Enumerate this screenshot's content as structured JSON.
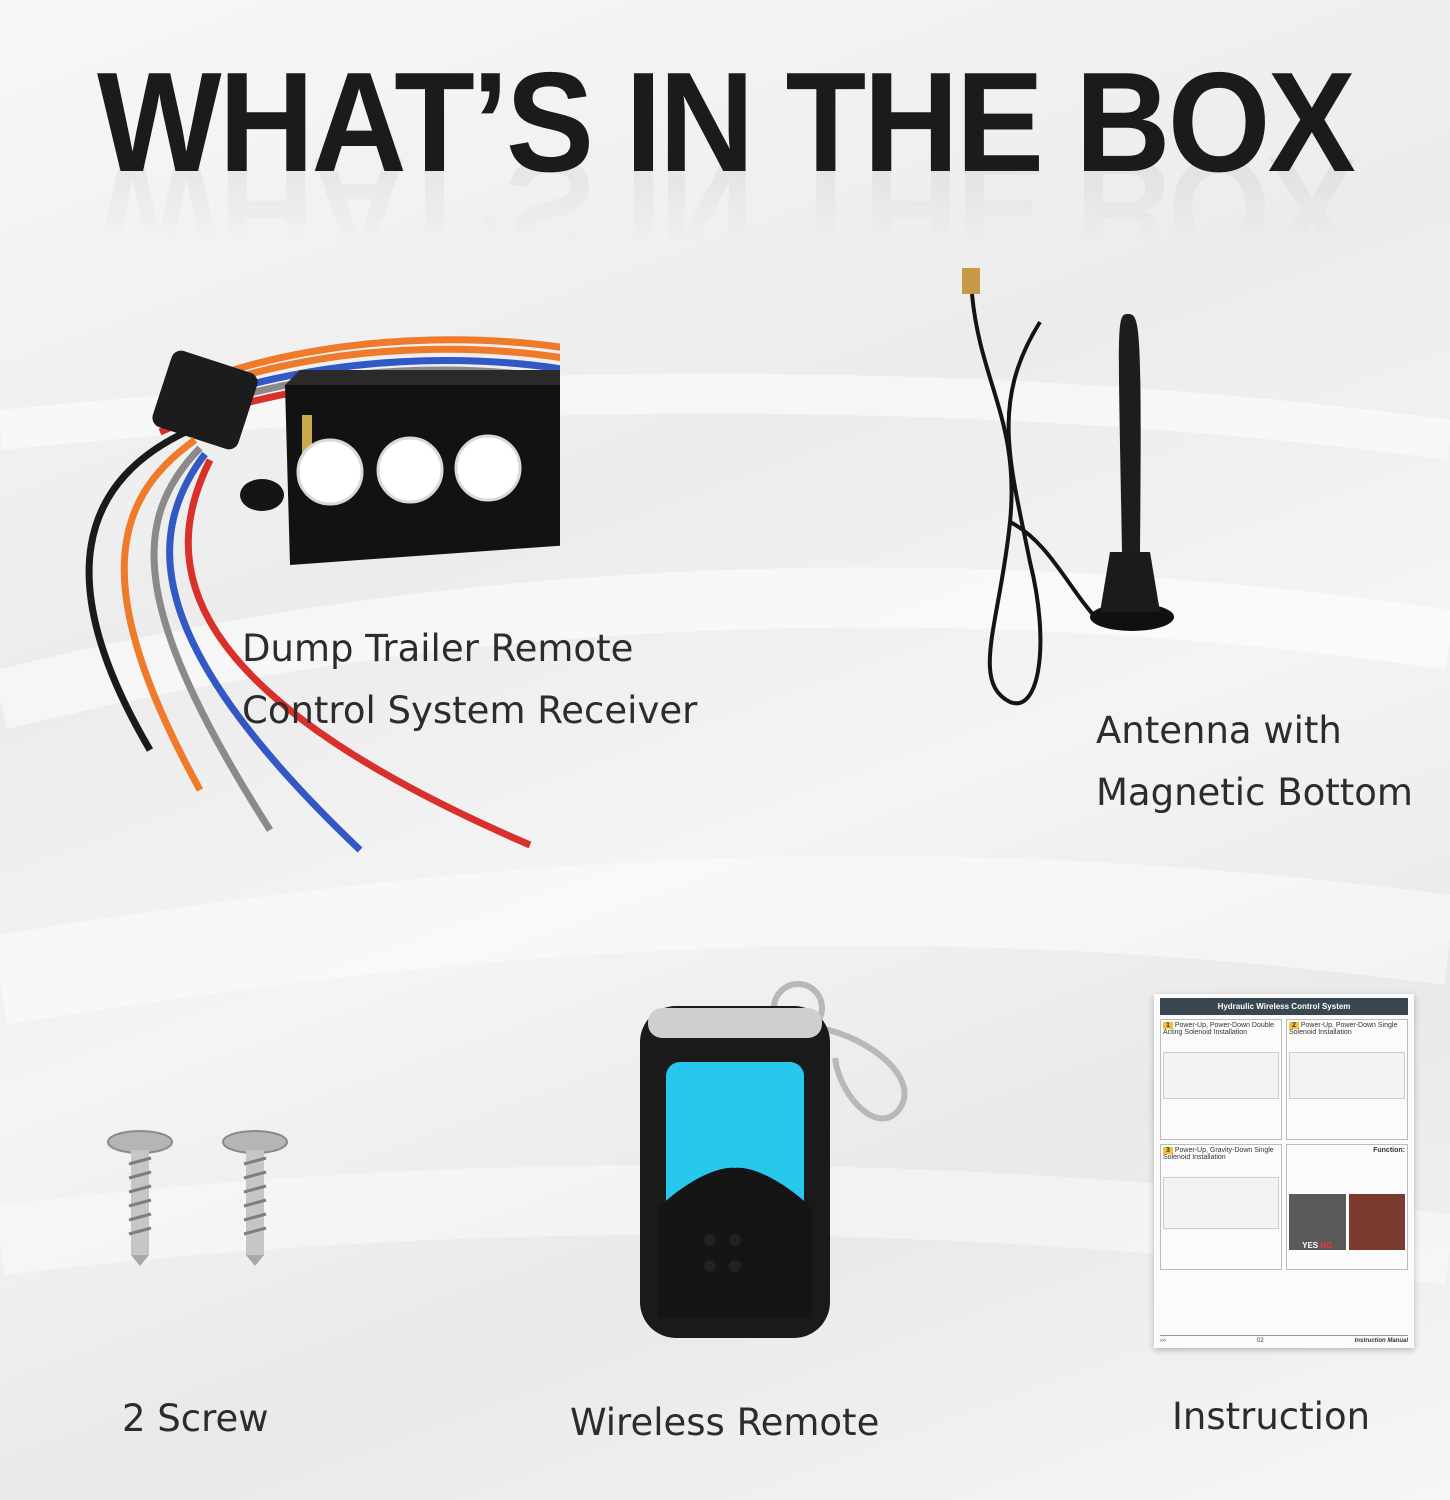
{
  "heading": "WHAT’S IN THE BOX",
  "items": [
    {
      "name": "receiver",
      "label_line1": "Dump Trailer Remote",
      "label_line2": "Control System Receiver"
    },
    {
      "name": "antenna",
      "label_line1": "Antenna with",
      "label_line2": "Magnetic Bottom"
    },
    {
      "name": "screws",
      "label": "2 Screw"
    },
    {
      "name": "remote",
      "label": "Wireless Remote"
    },
    {
      "name": "instruction",
      "label": "Instruction"
    }
  ],
  "manual": {
    "title": "Hydraulic Wireless Control System",
    "step1_number": "1",
    "step1_title": "Power-Up, Power-Down Double Acting Solenoid Installation",
    "step2_number": "2",
    "step2_title": "Power-Up, Power-Down Single Solenoid Installation",
    "step3_number": "3",
    "step3_title": "Power-Up, Gravity-Down Single Solenoid Installation",
    "function_label": "Function:",
    "yes_label": "YES",
    "no_label": "NO",
    "page_number": "02",
    "footer_label": "Instruction Manual"
  },
  "colors": {
    "remote_panel": "#27c8ee",
    "wire_red": "#d9302b",
    "wire_orange": "#ee7a2a",
    "wire_blue": "#3158c4",
    "wire_grey": "#8a8a8a",
    "wire_black": "#1a1a1a"
  }
}
